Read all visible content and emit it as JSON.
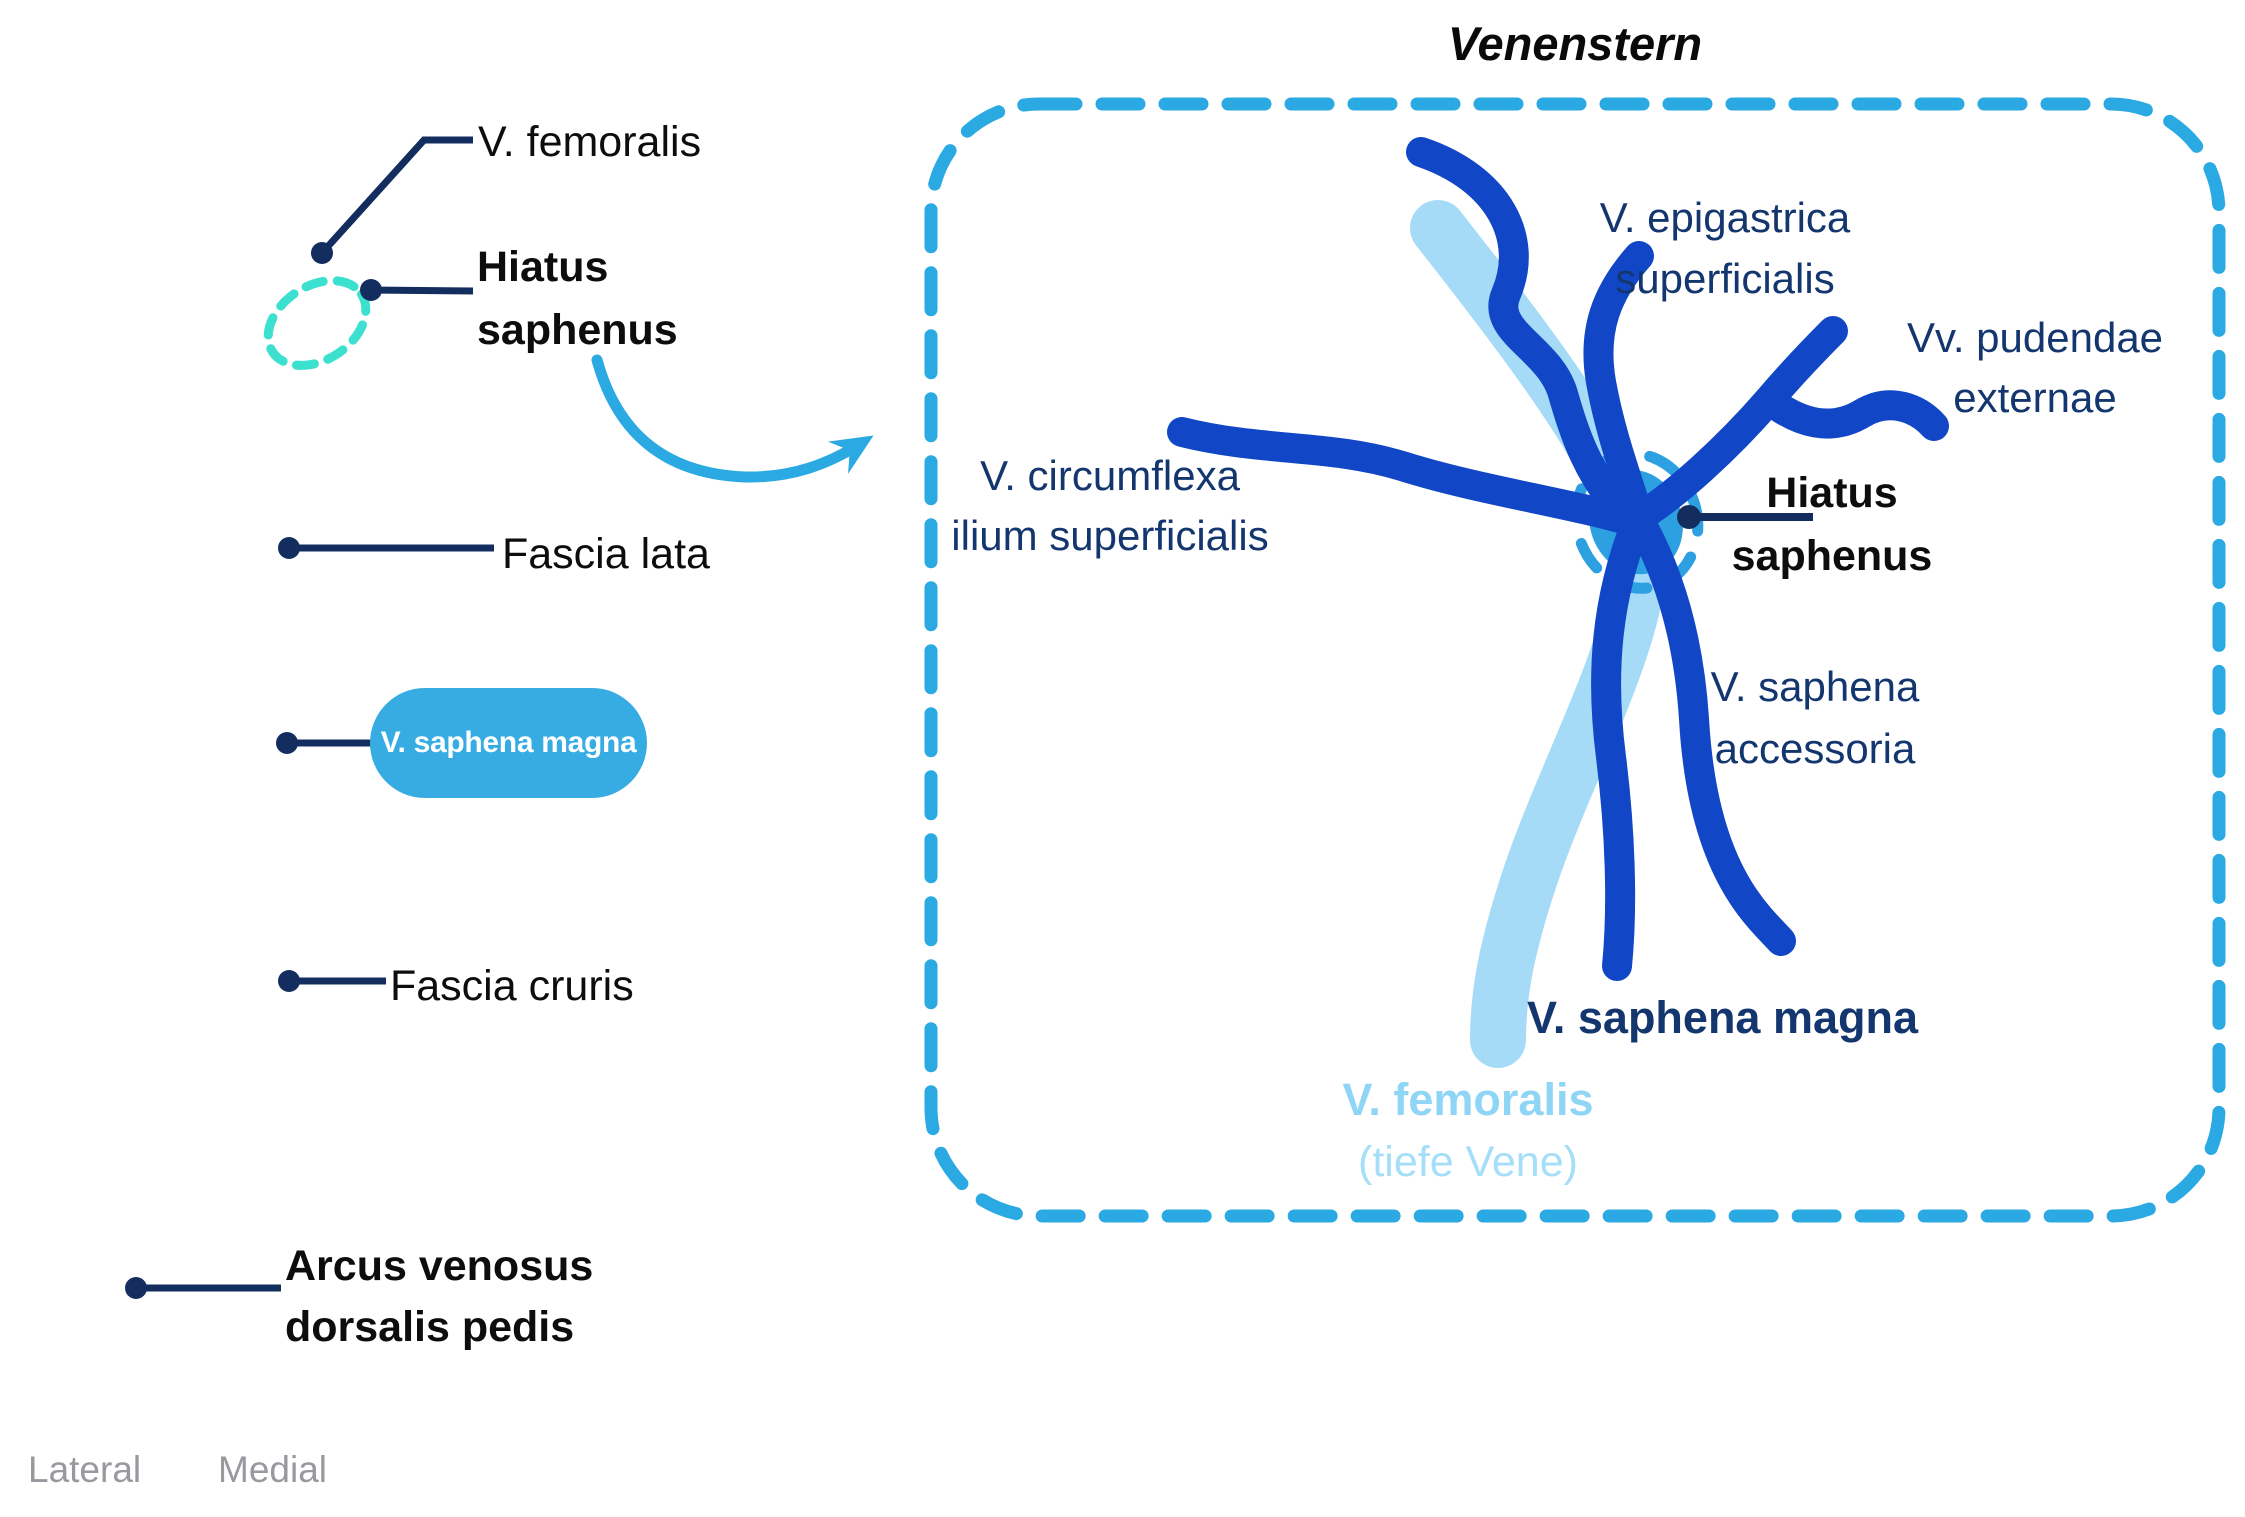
{
  "title": "Venenstern",
  "left_labels": {
    "v_femoralis": "V. femoralis",
    "hiatus_saphenus": "Hiatus\nsaphenus",
    "fascia_lata": "Fascia lata",
    "v_saphena_magna_pill": "V. saphena magna",
    "fascia_cruris": "Fascia cruris",
    "arcus_venosus": "Arcus venosus\ndorsalis pedis",
    "lateral": "Lateral",
    "medial": "Medial"
  },
  "box_labels": {
    "epigastrica": "V. epigastrica\nsuperficialis",
    "pudendae": "Vv. pudendae\nexternae",
    "hiatus_saphenus": "Hiatus\nsaphenus",
    "circumflexa": "V. circumflexa\nilium superficialis",
    "accessoria": "V. saphena\naccessoria",
    "saphena_magna": "V. saphena magna",
    "femoralis": "V. femoralis",
    "femoralis_sub": "(tiefe Vene)"
  },
  "colors": {
    "dark_vein": "#1147c6",
    "light_vein": "#a6dbf7",
    "junction_blue": "#2da0e2",
    "box_dash_blue": "#2aa9e2",
    "teal_outline": "#3ce0cf",
    "pill_blue": "#36ace3",
    "leader_navy": "#132e5e",
    "label_navy": "#14366f",
    "muted_gray": "#97999e"
  }
}
